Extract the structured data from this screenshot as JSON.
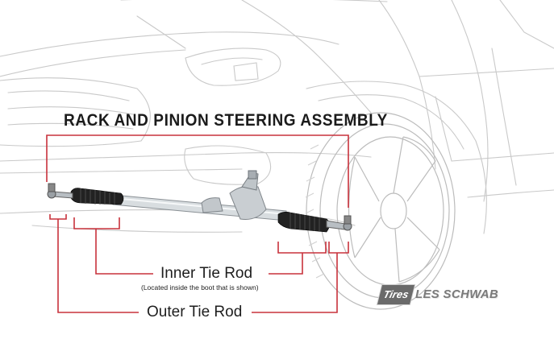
{
  "title": "RACK AND PINION STEERING ASSEMBLY",
  "labels": {
    "inner_tie_rod": "Inner Tie Rod",
    "inner_tie_rod_note": "(Located inside the boot that is shown)",
    "outer_tie_rod": "Outer Tie Rod"
  },
  "logo": {
    "badge": "Tires",
    "name": "LES SCHWAB"
  },
  "colors": {
    "callout": "#c8323c",
    "sketch": "#c4c4c4",
    "text": "#1b1b1b"
  }
}
